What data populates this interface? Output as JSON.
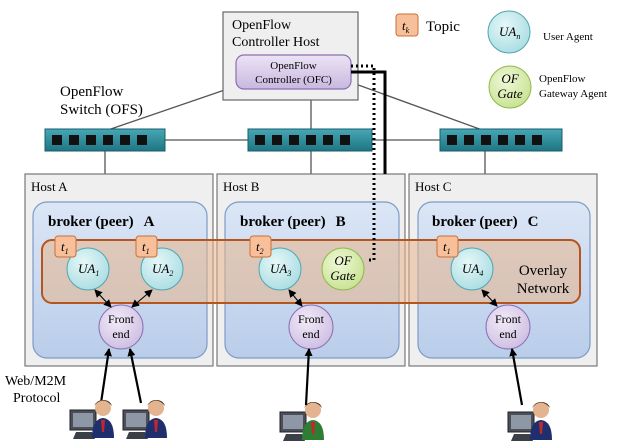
{
  "controller": {
    "host_line1": "OpenFlow",
    "host_line2": "Controller Host",
    "ofc_line1": "OpenFlow",
    "ofc_line2": "Controller (OFC)"
  },
  "switch_label": {
    "line1": "OpenFlow",
    "line2": "Switch (OFS)"
  },
  "legend": {
    "topic_symbol": "t",
    "topic_sub": "k",
    "topic_label": "Topic",
    "ua_symbol": "UA",
    "ua_sub": "n",
    "ua_label": "User Agent",
    "ofgate_line1": "OF",
    "ofgate_line2": "Gate",
    "ofgate_label_line1": "OpenFlow",
    "ofgate_label_line2": "Gateway Agent"
  },
  "hosts": [
    {
      "label": "Host A",
      "broker": "broker (peer)",
      "broker_letter": "A",
      "front_end_line1": "Front",
      "front_end_line2": "end",
      "agents": [
        {
          "ua": "UA",
          "ua_sub": "1",
          "topic": "t",
          "topic_sub": "1"
        },
        {
          "ua": "UA",
          "ua_sub": "2",
          "topic": "t",
          "topic_sub": "1"
        }
      ]
    },
    {
      "label": "Host B",
      "broker": "broker (peer)",
      "broker_letter": "B",
      "front_end_line1": "Front",
      "front_end_line2": "end",
      "agents": [
        {
          "ua": "UA",
          "ua_sub": "3",
          "topic": "t",
          "topic_sub": "2"
        }
      ],
      "ofgate_line1": "OF",
      "ofgate_line2": "Gate"
    },
    {
      "label": "Host C",
      "broker": "broker (peer)",
      "broker_letter": "C",
      "front_end_line1": "Front",
      "front_end_line2": "end",
      "agents": [
        {
          "ua": "UA",
          "ua_sub": "4",
          "topic": "t",
          "topic_sub": "1"
        }
      ]
    }
  ],
  "overlay": {
    "line1": "Overlay",
    "line2": "Network"
  },
  "protocol": {
    "line1": "Web/M2M",
    "line2": "Protocol"
  },
  "colors": {
    "host_fill": "#efefef",
    "broker_fill": "#c9d8ef",
    "overlay_fill": "#e3b58c",
    "overlay_stroke": "#b5541c",
    "ua_fill": "#bfe7ea",
    "ofgate_fill": "#d8ecaa",
    "frontend_fill": "#ddd0eb",
    "switch_fill": "#2a8c9b",
    "topic_fill": "#f7c09a",
    "controller_fill": "#d6cbe6"
  }
}
